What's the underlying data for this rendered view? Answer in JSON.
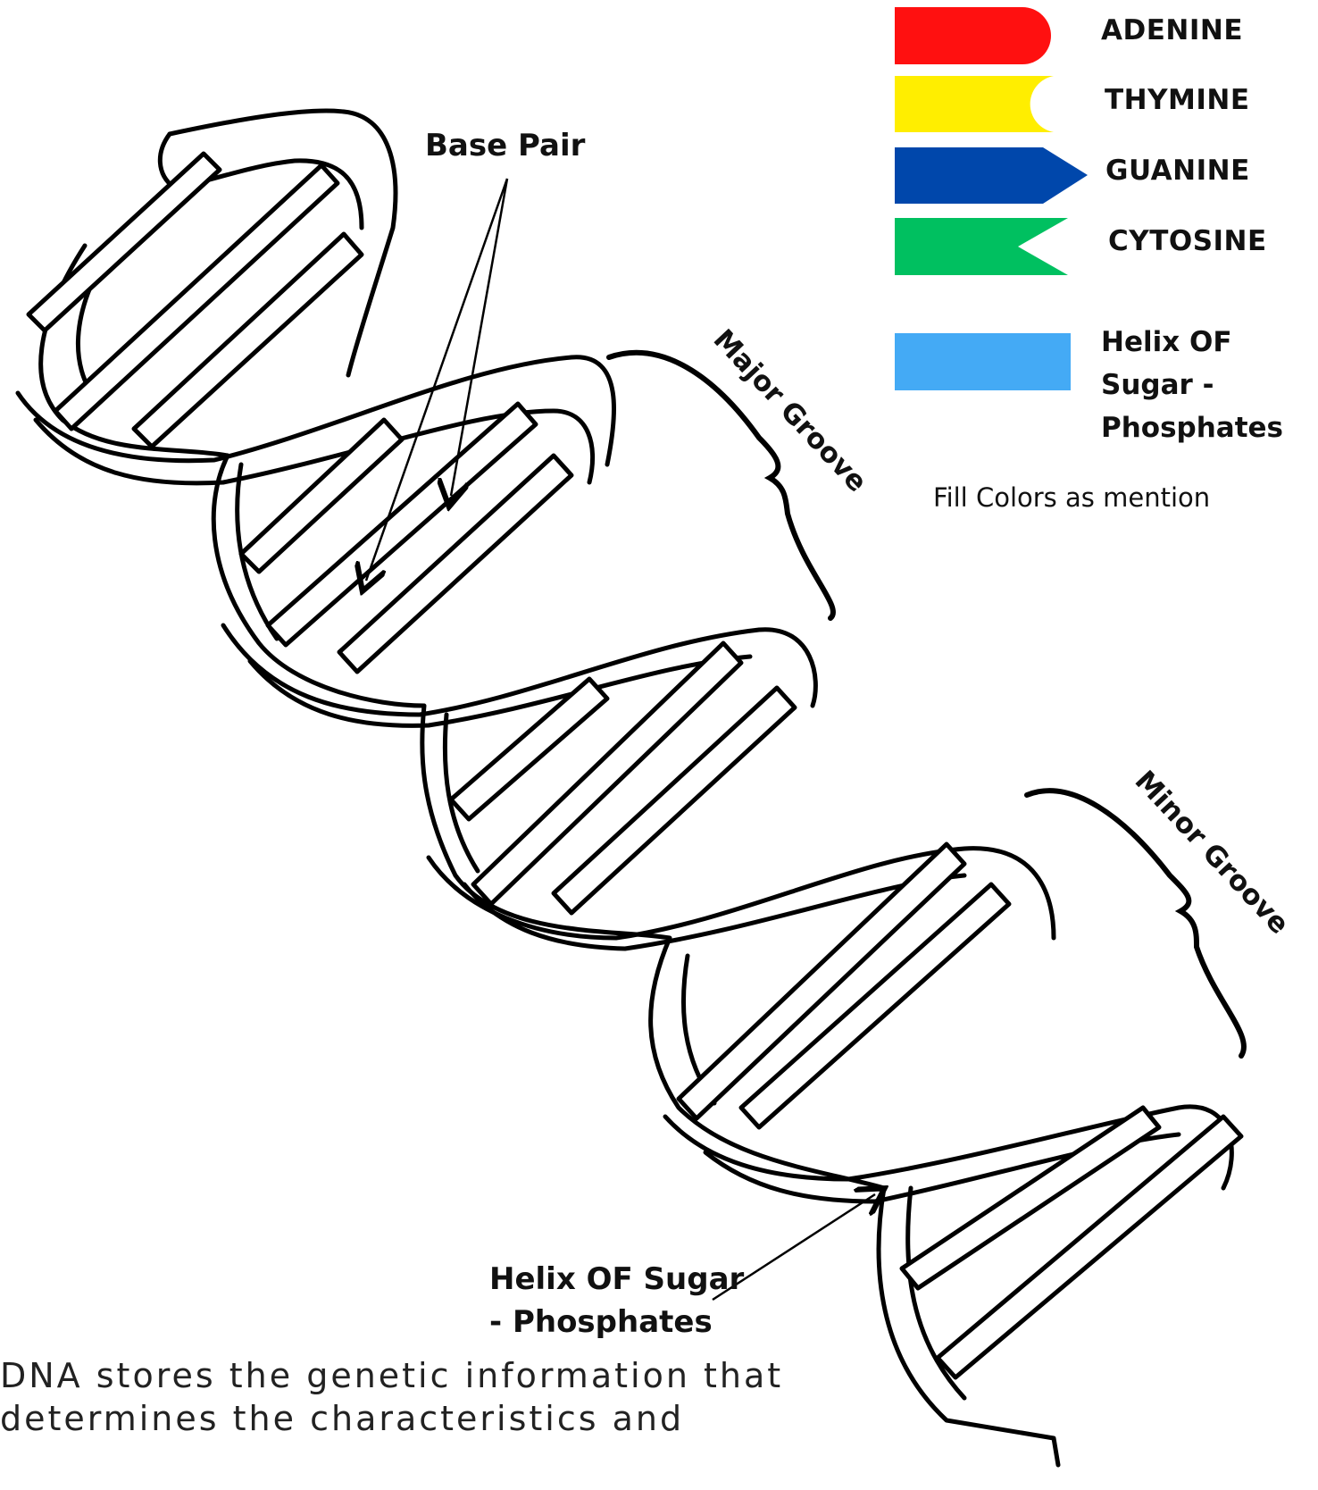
{
  "legend": {
    "items": [
      {
        "label": "ADENINE",
        "color": "#ff1010",
        "shape": "rounded-right"
      },
      {
        "label": "THYMINE",
        "color": "#ffee00",
        "shape": "concave-right"
      },
      {
        "label": "GUANINE",
        "color": "#0047ab",
        "shape": "arrow-right"
      },
      {
        "label": "CYTOSINE",
        "color": "#00c060",
        "shape": "notch-right"
      }
    ],
    "helix": {
      "label": "Helix OF Sugar - Phosphates",
      "color": "#44aaf5"
    },
    "instruction": "Fill Colors as mention"
  },
  "diagram": {
    "base_pair_label": "Base Pair",
    "major_groove_label": "Major Groove",
    "minor_groove_label": "Minor Groove",
    "helix_label_line1": "Helix OF Sugar",
    "helix_label_line2": "- Phosphates"
  },
  "caption": "DNA stores the genetic information that determines the characteristics and"
}
